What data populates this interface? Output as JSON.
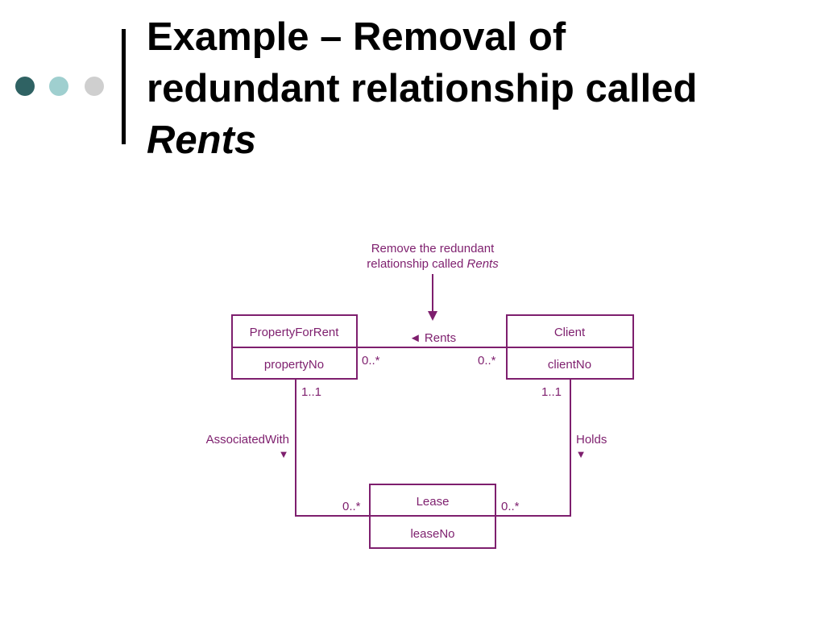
{
  "slide": {
    "title_line1": "Example – Removal of",
    "title_line2": "redundant relationship called",
    "title_line3": "Rents",
    "decor_dots": [
      {
        "name": "dot-dark-teal",
        "color": "#2f6263"
      },
      {
        "name": "dot-light-teal",
        "color": "#9fcfcf"
      },
      {
        "name": "dot-light-gray",
        "color": "#cfcfcf"
      }
    ]
  },
  "diagram": {
    "accent_color": "#7e1f6e",
    "annotation_line1": "Remove the redundant",
    "annotation_line2_prefix": "relationship called ",
    "annotation_line2_italic": "Rents",
    "entities": {
      "property": {
        "name": "PropertyForRent",
        "attribute": "propertyNo"
      },
      "client": {
        "name": "Client",
        "attribute": "clientNo"
      },
      "lease": {
        "name": "Lease",
        "attribute": "leaseNo"
      }
    },
    "relationships": {
      "rents": {
        "label": "◄ Rents",
        "mult_property": "0..*",
        "mult_client": "0..*"
      },
      "associated_with": {
        "label": "AssociatedWith",
        "direction_arrow": "▼",
        "mult_property": "1..1",
        "mult_lease": "0..*"
      },
      "holds": {
        "label": "Holds",
        "direction_arrow": "▼",
        "mult_client": "1..1",
        "mult_lease": "0..*"
      }
    }
  }
}
